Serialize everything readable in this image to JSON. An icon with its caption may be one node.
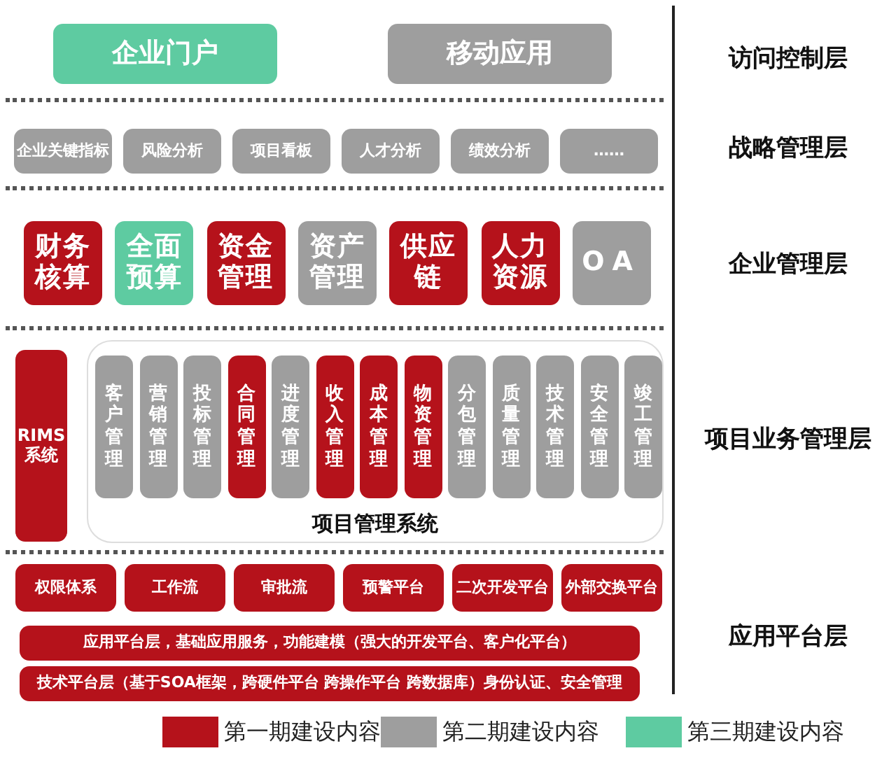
{
  "diagram": {
    "nodes": [
      {
        "text": [
          "企业门户"
        ]
      },
      {
        "text": [
          "移动应用"
        ]
      },
      {
        "text": [
          "企业关键指标"
        ]
      },
      {
        "text": [
          "风险分析"
        ]
      },
      {
        "text": [
          "项目看板"
        ]
      },
      {
        "text": [
          "人才分析"
        ]
      },
      {
        "text": [
          "绩效分析"
        ]
      },
      {
        "text": [
          "……"
        ]
      },
      {
        "text": [
          "财务核算"
        ]
      },
      {
        "text": [
          "全面预算"
        ]
      },
      {
        "text": [
          "资金管理"
        ]
      },
      {
        "text": [
          "资产管理"
        ]
      },
      {
        "text": [
          "供应链"
        ]
      },
      {
        "text": [
          "人力资源"
        ]
      },
      {
        "text": [
          "OA"
        ]
      },
      {
        "text": [
          "RIMS系统"
        ]
      },
      {
        "text": [
          "项目管理系统"
        ]
      },
      {
        "text": [
          "客户管理"
        ],
        "in": 16
      },
      {
        "text": [
          "营销管理"
        ],
        "in": 16
      },
      {
        "text": [
          "投标管理"
        ],
        "in": 16
      },
      {
        "text": [
          "合同管理"
        ],
        "in": 16
      },
      {
        "text": [
          "进度管理"
        ],
        "in": 16
      },
      {
        "text": [
          "收入管理"
        ],
        "in": 16
      },
      {
        "text": [
          "成本管理"
        ],
        "in": 16
      },
      {
        "text": [
          "物资管理"
        ],
        "in": 16
      },
      {
        "text": [
          "分包管理"
        ],
        "in": 16
      },
      {
        "text": [
          "质量管理"
        ],
        "in": 16
      },
      {
        "text": [
          "技术管理"
        ],
        "in": 16
      },
      {
        "text": [
          "安全管理"
        ],
        "in": 16
      },
      {
        "text": [
          "竣工管理"
        ],
        "in": 16
      },
      {
        "text": [
          "权限体系"
        ]
      },
      {
        "text": [
          "工作流"
        ]
      },
      {
        "text": [
          "审批流"
        ]
      },
      {
        "text": [
          "预警平台"
        ]
      },
      {
        "text": [
          "二次开发平台"
        ]
      },
      {
        "text": [
          "外部交换平台"
        ]
      },
      {
        "text": [
          "应用平台层，基础应用服务，功能建模（强大的开发平台、客户化平台）"
        ]
      },
      {
        "text": [
          "技术平台层（基于SOA框架，跨硬件平台 跨操作平台 跨数据库）身份认证、安全管理"
        ]
      }
    ],
    "edges": [],
    "labels": [
      "访问控制层",
      "战略管理层",
      "企业管理层",
      "项目业务管理层",
      "应用平台层"
    ],
    "legend": [
      {
        "text": "第一期建设内容",
        "color": "#b5121b"
      },
      {
        "text": "第二期建设内容",
        "color": "#9e9e9e"
      },
      {
        "text": "第三期建设内容",
        "color": "#5ecba1"
      }
    ]
  }
}
